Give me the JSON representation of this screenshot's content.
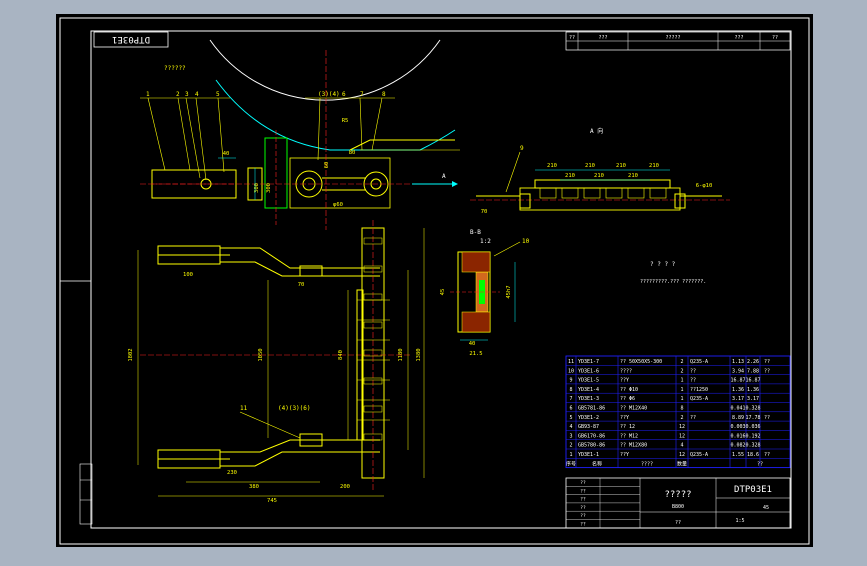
{
  "colors": {
    "desktop": "#a9b4c2",
    "canvas": "#000000",
    "frame": "#ffffff",
    "blue_frame": "#2020ff",
    "yellow": "#ffff00",
    "cyan": "#00ffff",
    "green": "#00ff00",
    "red": "#ff2020",
    "magenta": "#ff00ff"
  },
  "drawing": {
    "code_box": "DTP03E1",
    "note_top": "??????",
    "view_a_label": "A 向",
    "section_label": "B-B",
    "section_scale": "1:2",
    "tech_title": "? ? ? ?",
    "tech_note": "?????????.??? ???????."
  },
  "callouts": {
    "top": [
      "1",
      "2",
      "3",
      "4",
      "5",
      "(3)(4)",
      "6",
      "7",
      "8"
    ],
    "section": "10",
    "plan": "11",
    "plan_group": "(4)(3)(6)",
    "view_a": "9",
    "arrow_a": "A"
  },
  "dims": {
    "top_view": [
      "40",
      "300",
      "300",
      "60",
      "80",
      "φ60",
      "R5"
    ],
    "front": [
      "100",
      "70",
      "1802",
      "1050",
      "840",
      "1180",
      "1380",
      "230",
      "380",
      "200",
      "745"
    ],
    "view_a": [
      "210",
      "210",
      "210",
      "210",
      "210",
      "210",
      "210",
      "6-φ10",
      "70"
    ],
    "section": [
      "40",
      "21.5",
      "45",
      "45h7"
    ]
  },
  "title_header": [
    "序号",
    "名称",
    "????",
    "数量",
    "??"
  ],
  "bom": [
    {
      "no": "11",
      "code": "YD3E1-7",
      "name": "?? 50X50X5-300",
      "qty": "2",
      "mat": "Q235-A",
      "w1": "1.13",
      "w2": "2.26",
      "note": "??"
    },
    {
      "no": "10",
      "code": "YD3E1-6",
      "name": "????",
      "qty": "2",
      "mat": "??",
      "w1": "3.94",
      "w2": "7.88",
      "note": "??"
    },
    {
      "no": "9",
      "code": "YD3E1-5",
      "name": "??Y",
      "qty": "1",
      "mat": "??",
      "w1": "16.87",
      "w2": "16.87",
      "note": ""
    },
    {
      "no": "8",
      "code": "YD3E1-4",
      "name": "?? Φ10",
      "qty": "1",
      "mat": "??1250",
      "w1": "1.36",
      "w2": "1.36",
      "note": ""
    },
    {
      "no": "7",
      "code": "YD3E1-3",
      "name": "?? Φ6",
      "qty": "1",
      "mat": "Q235-A",
      "w1": "3.17",
      "w2": "3.17",
      "note": ""
    },
    {
      "no": "6",
      "code": "GB5781-86",
      "name": "?? M12X40",
      "qty": "8",
      "mat": "",
      "w1": "0.041",
      "w2": "0.328",
      "note": ""
    },
    {
      "no": "5",
      "code": "YD3E1-2",
      "name": "??Y",
      "qty": "2",
      "mat": "??",
      "w1": "8.89",
      "w2": "17.78",
      "note": "??"
    },
    {
      "no": "4",
      "code": "GB93-87",
      "name": "?? 12",
      "qty": "12",
      "mat": "",
      "w1": "0.003",
      "w2": "0.036",
      "note": ""
    },
    {
      "no": "3",
      "code": "GB6170-86",
      "name": "?? M12",
      "qty": "12",
      "mat": "",
      "w1": "0.016",
      "w2": "0.192",
      "note": ""
    },
    {
      "no": "2",
      "code": "GB5780-86",
      "name": "?? M12X80",
      "qty": "4",
      "mat": "",
      "w1": "0.082",
      "w2": "0.328",
      "note": ""
    },
    {
      "no": "1",
      "code": "YD3E1-1",
      "name": "??Y",
      "qty": "12",
      "mat": "Q235-A",
      "w1": "1.55",
      "w2": "18.6",
      "note": "??"
    }
  ],
  "title_block": {
    "title": "?????",
    "drawing_no": "DTP03E1",
    "sub": "B800",
    "scale": "1:5",
    "sheet": "??",
    "weight": "45",
    "small_cells": [
      "??",
      "??",
      "??",
      "??",
      "??",
      "??"
    ]
  },
  "top_right_block": [
    "??",
    "???",
    "?????",
    "???",
    "??"
  ]
}
